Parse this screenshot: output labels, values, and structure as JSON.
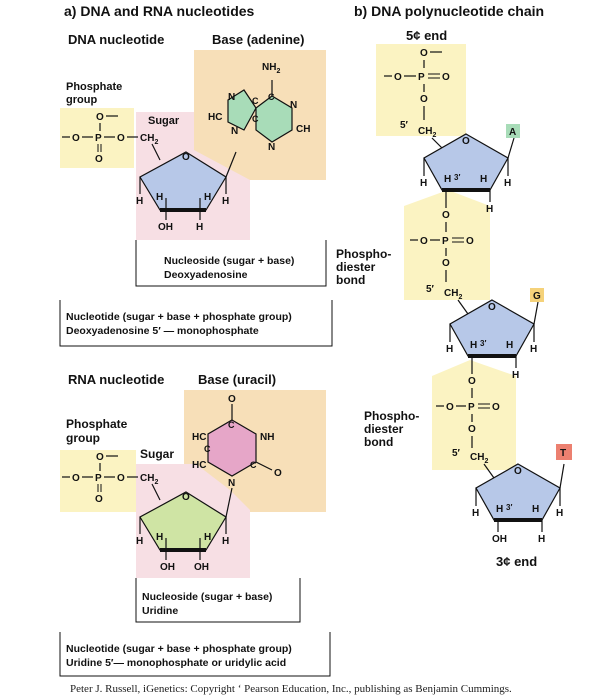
{
  "panel_a": {
    "title": "a) DNA and RNA nucleotides",
    "dna": {
      "title": "DNA nucleotide",
      "base_title": "Base (adenine)",
      "phosphate_group": [
        "Phosphate",
        "group"
      ],
      "sugar_label": "Sugar",
      "base_atoms": {
        "amine": "NH",
        "amine_sub": "2",
        "n_top": "N",
        "hc": "HC",
        "n_left": "N",
        "n_right": "N",
        "ch": "CH",
        "n_bottom": "N",
        "c1": "C",
        "c2": "C",
        "c3": "C"
      },
      "phosphate_atoms": {
        "o_top": "O",
        "minus_top": "—",
        "o_left": "O",
        "minus_left": "—",
        "p": "P",
        "o_right": "O",
        "o_bottom": "O",
        "ch2": "CH",
        "ch2_sub": "2"
      },
      "sugar_atoms": {
        "h1": "H",
        "h2": "H",
        "h3": "H",
        "h4": "H",
        "oh": "OH",
        "h5": "H"
      },
      "nucleoside": [
        "Nucleoside (sugar + base)",
        "Deoxyadenosine"
      ],
      "nucleotide": [
        "Nucleotide (sugar + base + phosphate group)",
        "Deoxyadenosine 5′ — monophosphate"
      ]
    },
    "rna": {
      "title": "RNA nucleotide",
      "base_title": "Base (uracil)",
      "phosphate_group": [
        "Phosphate",
        "group"
      ],
      "sugar_label": "Sugar",
      "base_atoms": {
        "o_top": "O",
        "hc1": "HC",
        "hc2": "HC",
        "nh": "NH",
        "c1": "C",
        "c2": "C",
        "c3": "C",
        "o_right": "O",
        "n_bottom": "N"
      },
      "phosphate_atoms": {
        "o_top": "O",
        "o_left": "O",
        "p": "P",
        "o_right": "O",
        "o_bottom": "O",
        "ch2": "CH",
        "ch2_sub": "2"
      },
      "sugar_atoms": {
        "h1": "H",
        "h2": "H",
        "h3": "H",
        "h4": "H",
        "oh1": "OH",
        "oh2": "OH"
      },
      "nucleoside": [
        "Nucleoside (sugar + base)",
        "Uridine"
      ],
      "nucleotide": [
        "Nucleotide (sugar + base + phosphate group)",
        "Uridine 5′— monophosphate or uridylic acid"
      ]
    }
  },
  "panel_b": {
    "title": "b) DNA polynucleotide chain",
    "five_end": "5¢ end",
    "three_end": "3¢ end",
    "bond_label": [
      "Phospho-",
      "diester",
      "bond"
    ],
    "bases": [
      "A",
      "G",
      "T"
    ],
    "base_colors": [
      "#a8dcb8",
      "#f5d27a",
      "#ec8070"
    ],
    "atoms": {
      "o": "O",
      "p": "P",
      "h": "H",
      "oh": "OH",
      "ch2": "CH",
      "sub2": "2",
      "prime5": "5′",
      "prime3": "3′",
      "minus": "—"
    }
  },
  "credit": "Peter J. Russell, iGenetics: Copyright ‘ Pearson Education, Inc., publishing as Benjamin Cummings.",
  "colors": {
    "phosphate_fill": "#fbf3c2",
    "base_fill": "#f7dfb8",
    "sugar_region_fill": "#f7dfe4",
    "deoxyribose": "#b7c8e8",
    "ribose": "#cfe4a4",
    "adenine_ring": "#a8dcb8",
    "uracil_ring": "#e6a6c8"
  }
}
